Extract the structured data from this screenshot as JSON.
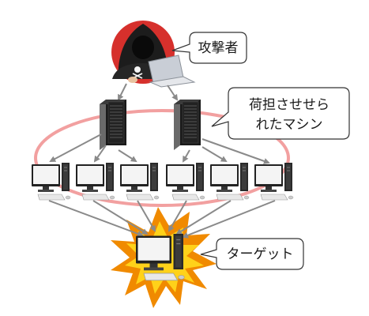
{
  "labels": {
    "attacker": "攻撃者",
    "compromised_line1": "荷担させせら",
    "compromised_line2": "れたマシン",
    "target": "ターゲット"
  },
  "colors": {
    "attacker_circle": "#d6302c",
    "ellipse": "#f2a0a0",
    "arrow": "#8a8a8a",
    "burst_outer": "#f08a00",
    "burst_inner": "#ffd21a",
    "server_body": "#1a1a1a"
  },
  "icons": {
    "attacker": "hooded-hacker-icon",
    "server": "server-tower-icon",
    "pc": "desktop-pc-icon",
    "target": "target-pc-icon",
    "burst": "explosion-burst-icon"
  }
}
